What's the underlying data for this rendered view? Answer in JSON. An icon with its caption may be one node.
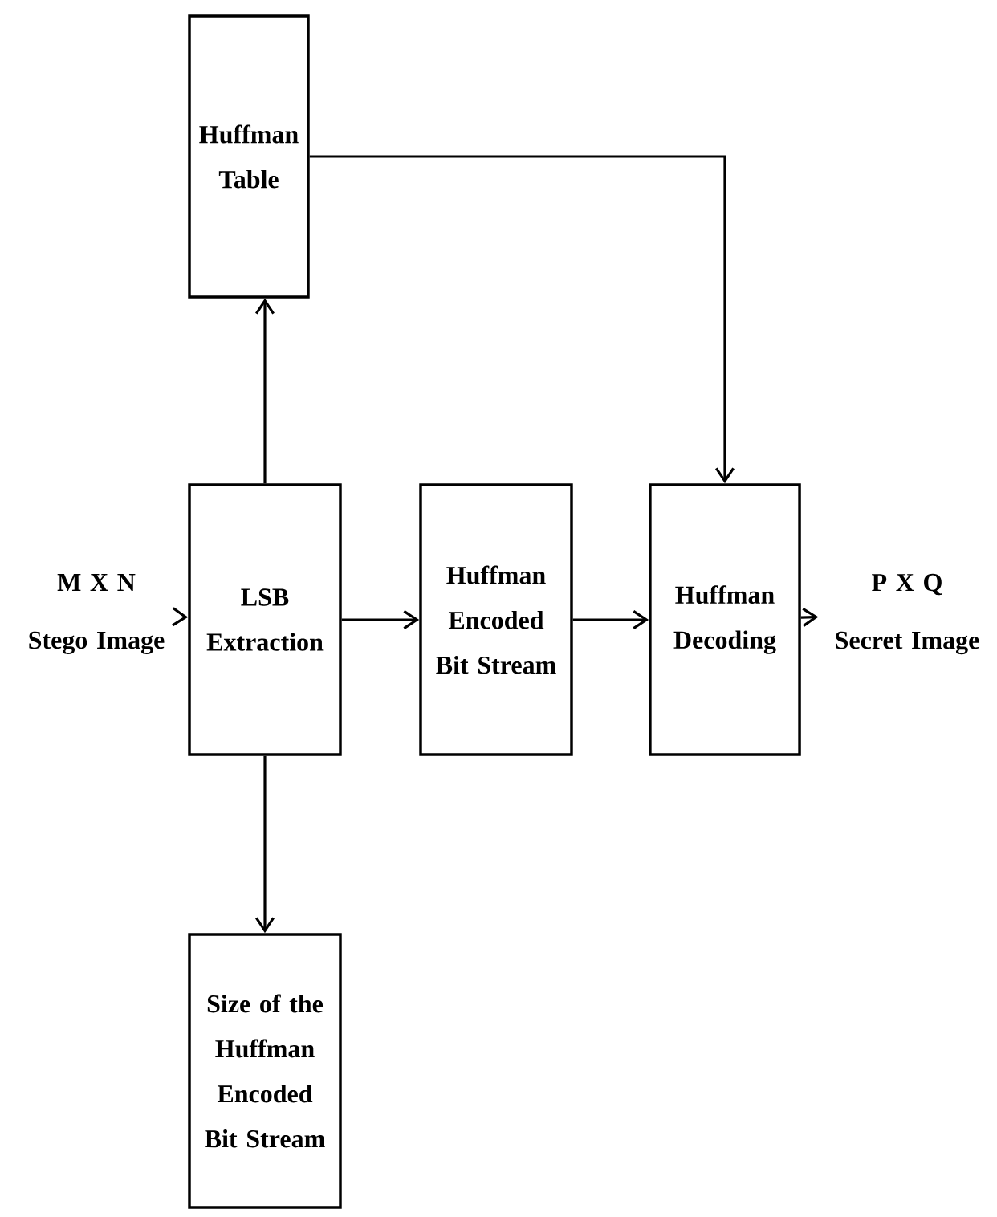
{
  "diagram": {
    "nodes": [
      {
        "text": [
          "Huffman Table"
        ]
      },
      {
        "text": [
          "M X N",
          "Stego Image"
        ]
      },
      {
        "text": [
          "LSB Extraction"
        ]
      },
      {
        "text": [
          "Huffman Encoded Bit Stream"
        ]
      },
      {
        "text": [
          "Huffman Decoding"
        ]
      },
      {
        "text": [
          "P X Q",
          "Secret Image"
        ]
      },
      {
        "text": [
          "Size of the Huffman Encoded Bit Stream"
        ]
      }
    ],
    "edges": [
      {
        "from": 1,
        "to": 2,
        "arrow": "to"
      },
      {
        "from": 2,
        "to": 0,
        "arrow": "to"
      },
      {
        "from": 0,
        "to": 4,
        "arrow": "to"
      },
      {
        "from": 2,
        "to": 3,
        "arrow": "to"
      },
      {
        "from": 3,
        "to": 4,
        "arrow": "to"
      },
      {
        "from": 4,
        "to": 5,
        "arrow": "to"
      },
      {
        "from": 2,
        "to": 6,
        "arrow": "to"
      }
    ]
  }
}
